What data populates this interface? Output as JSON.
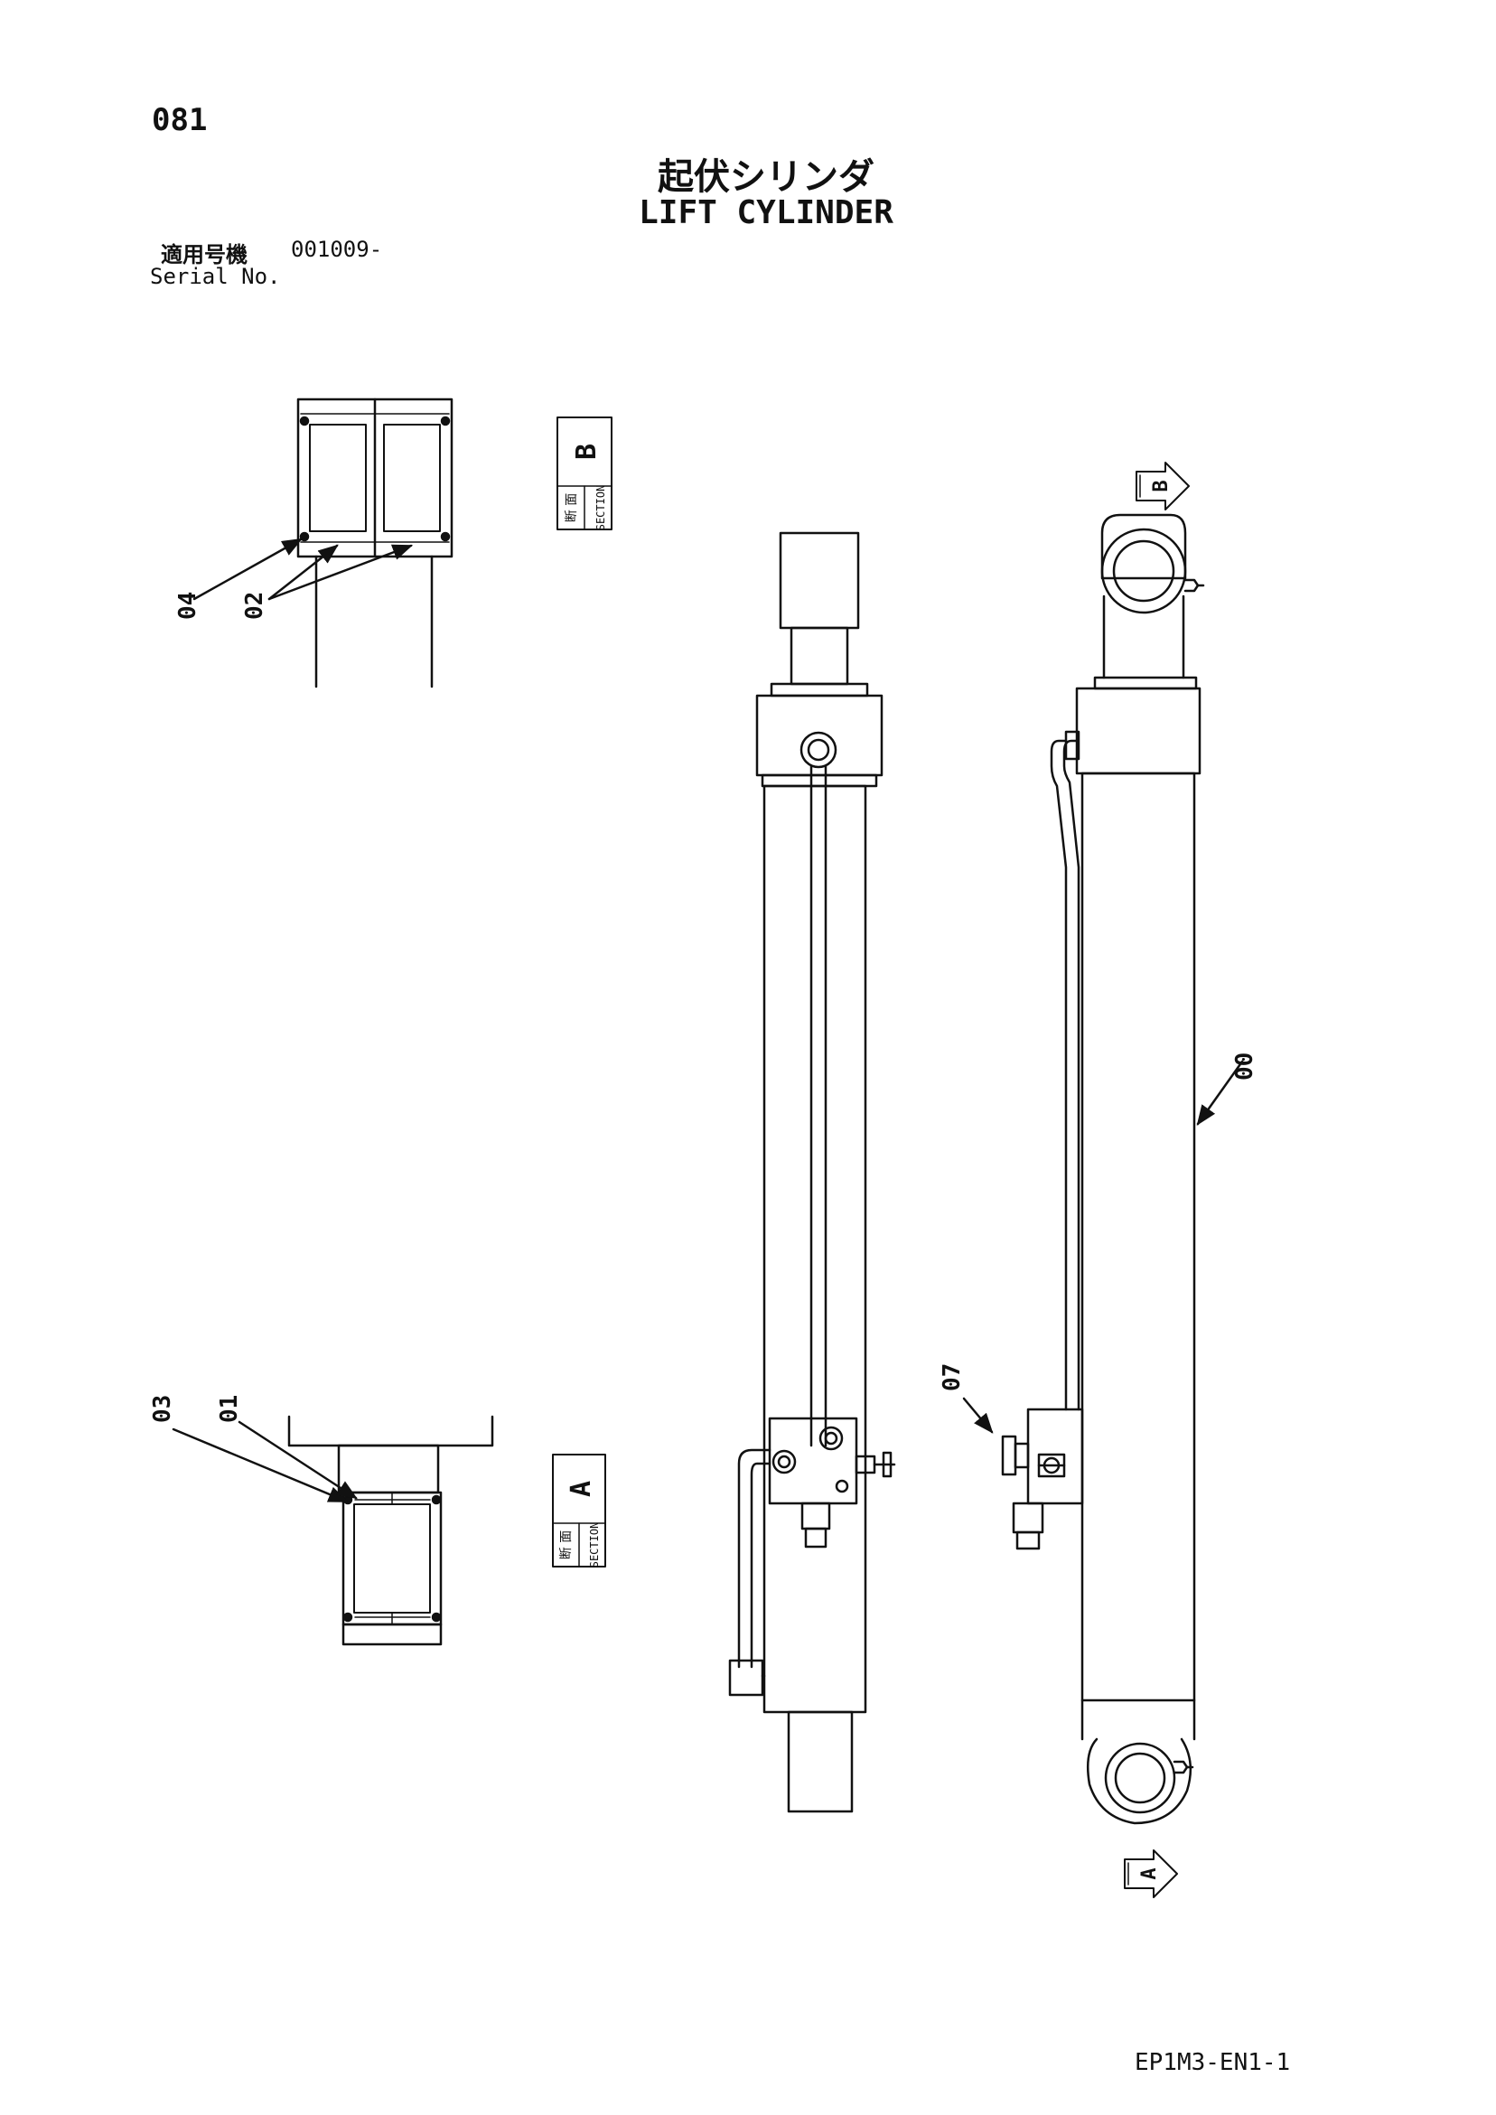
{
  "page_number": "081",
  "title_jp": "起伏シリンダ",
  "title_en": "LIFT CYLINDER",
  "serial_label_jp": "適用号機",
  "serial_value": "001009-",
  "serial_label_en": "Serial No.",
  "document_code": "EP1M3-EN1-1",
  "section_b": {
    "jp": "断 面",
    "en": "SECTION",
    "letter": "B"
  },
  "section_a": {
    "jp": "断 面",
    "en": "SECTION",
    "letter": "A"
  },
  "view_arrows": {
    "top": "B",
    "bottom": "A"
  },
  "part_labels": {
    "p00": "00",
    "p01": "01",
    "p02": "02",
    "p03": "03",
    "p04": "04",
    "p07": "07"
  }
}
